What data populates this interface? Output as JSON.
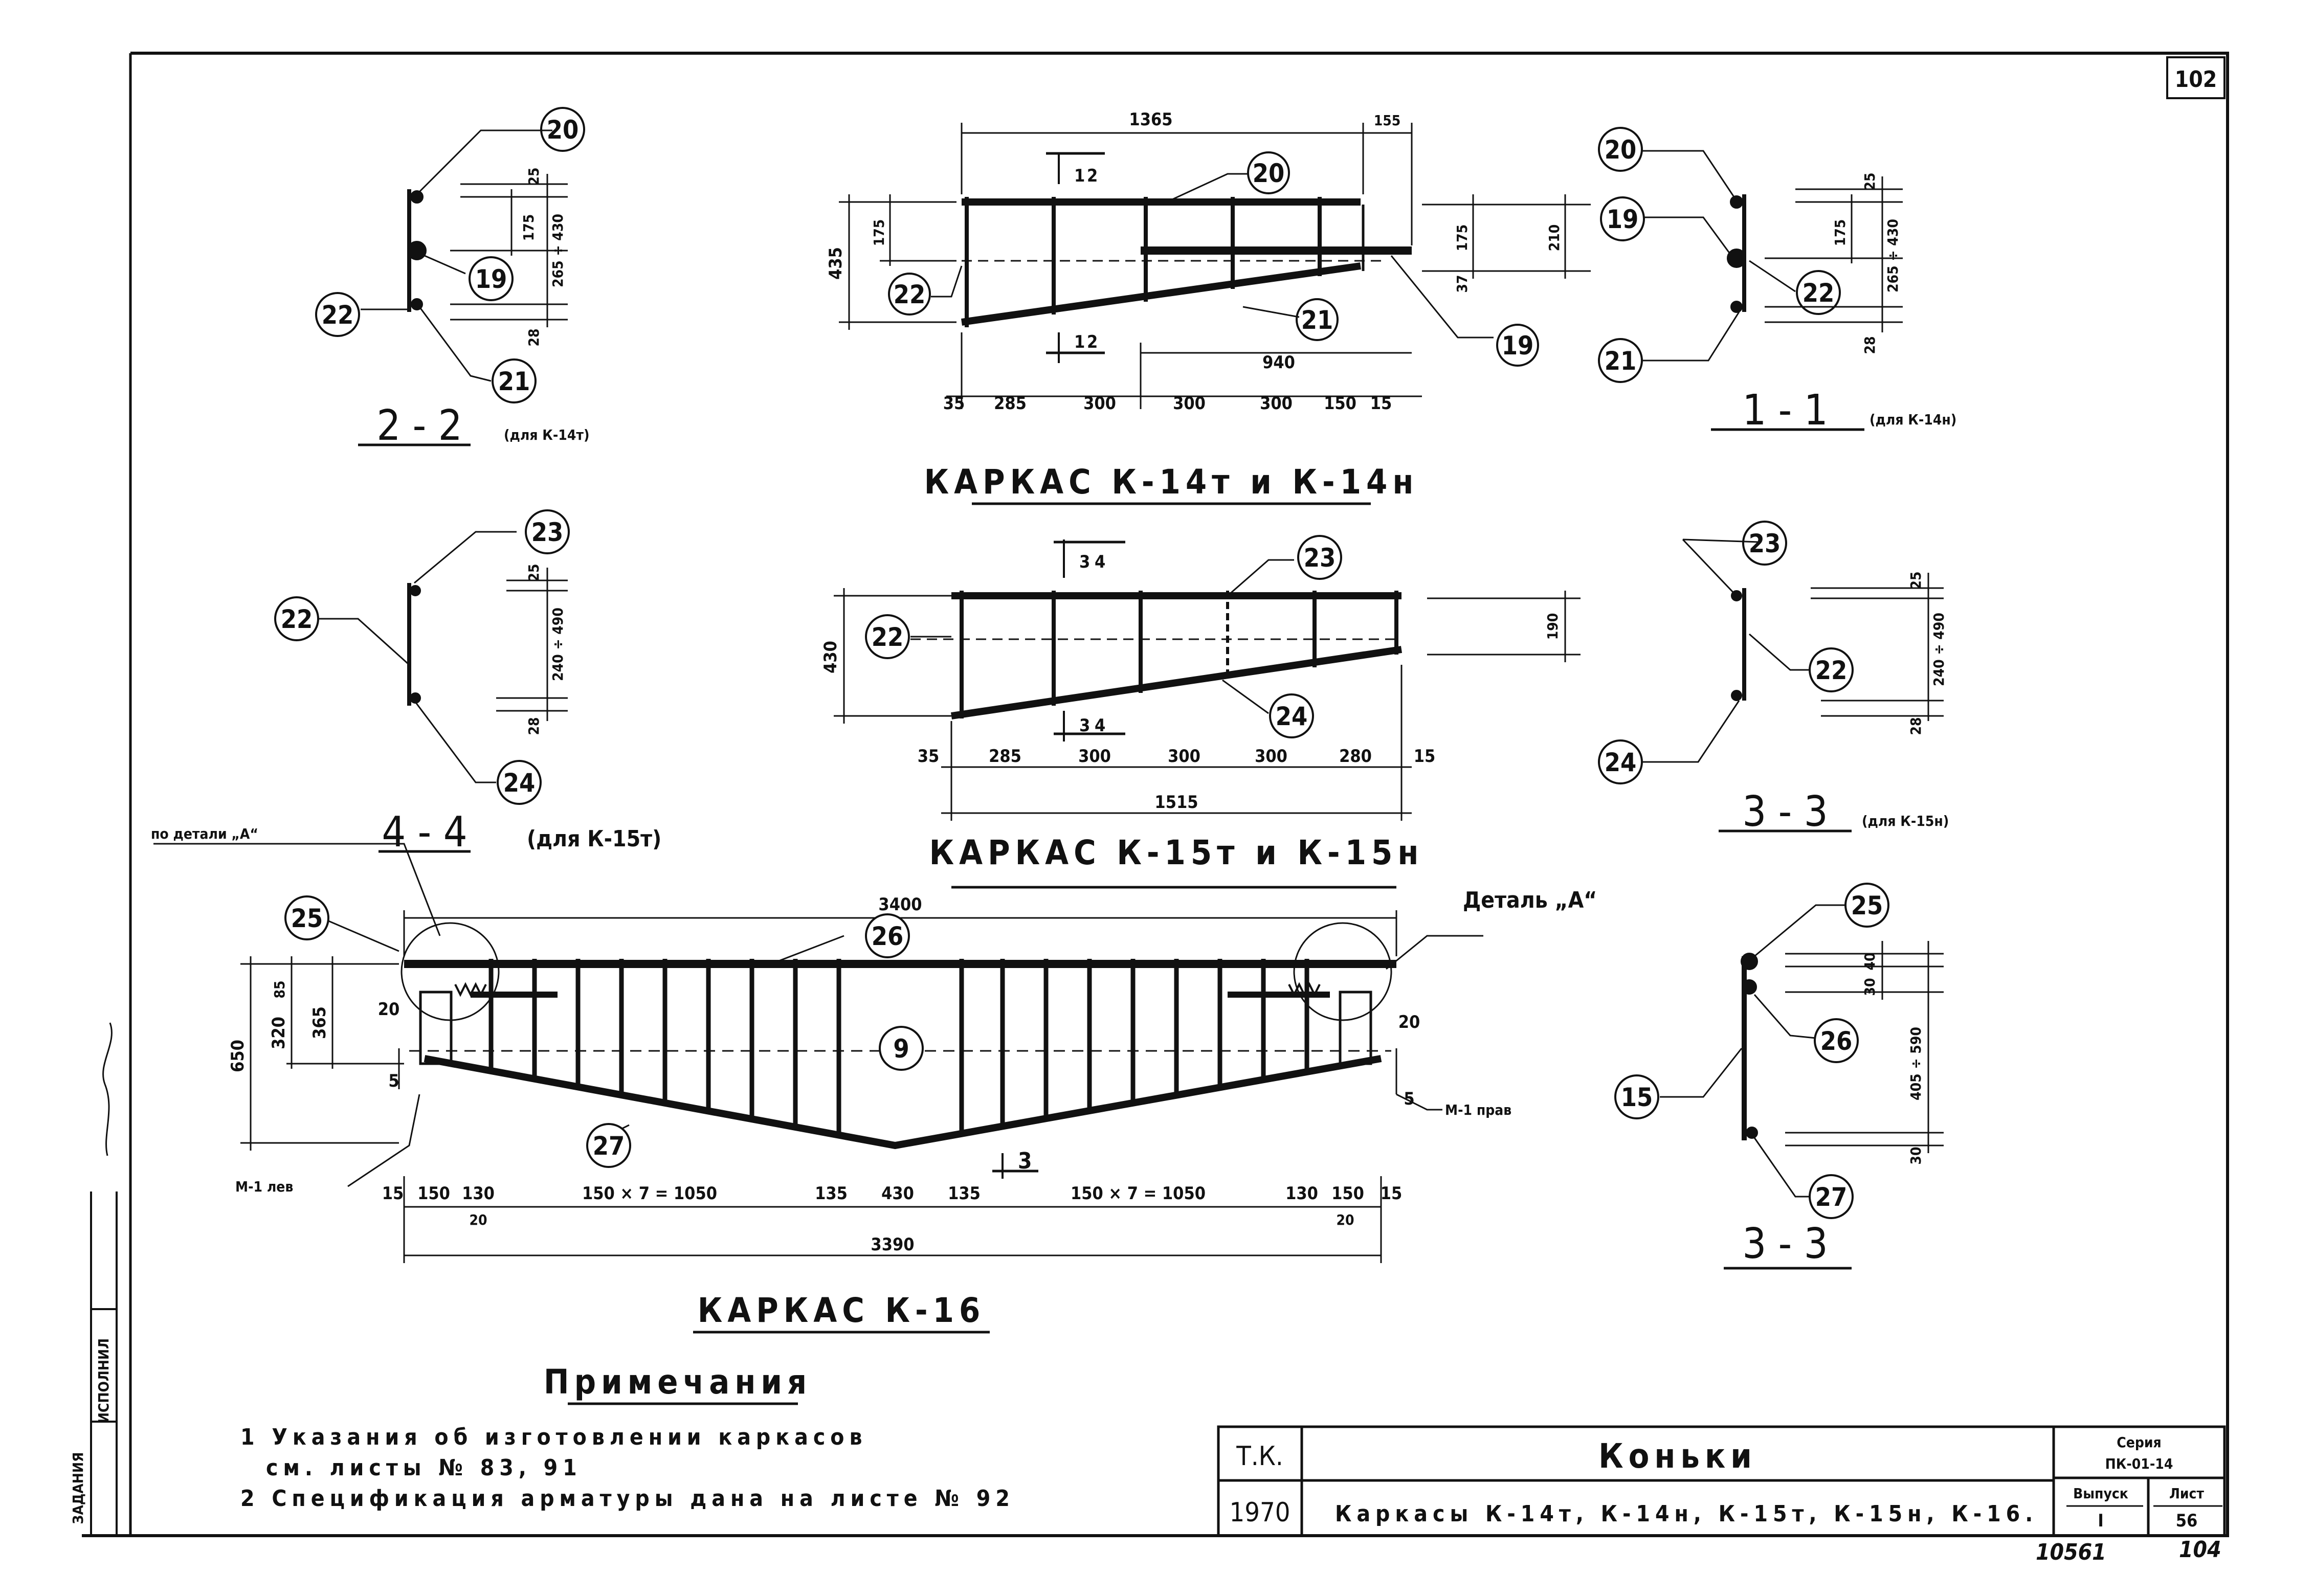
{
  "sheet": {
    "number": "102",
    "bottom_number": "10561",
    "bottom_page": "104"
  },
  "side_labels": {
    "zadanie": "ЗАДАНИЯ",
    "ispolnitel": "ИСПОЛНИЛ"
  },
  "frames": {
    "k14": {
      "title": "КАРКАС К-14т и К-14н",
      "top_dims": [
        "1365",
        "155"
      ],
      "left_dims": [
        "435",
        "175"
      ],
      "right_dims": [
        "175",
        "210",
        "37"
      ],
      "bottom_dims": [
        "35",
        "285",
        "300",
        "300",
        "300",
        "150",
        "15"
      ],
      "dim_940": "940",
      "bubbles": [
        "20",
        "22",
        "21",
        "19"
      ],
      "cut_labels": [
        "1",
        "2",
        "1",
        "2"
      ]
    },
    "k15": {
      "title": "КАРКАС К-15т и К-15н",
      "left_dim": "430",
      "right_dim": "190",
      "bottom_dims": [
        "35",
        "285",
        "300",
        "300",
        "300",
        "280",
        "15"
      ],
      "overall": "1515",
      "bubbles": [
        "23",
        "22",
        "24"
      ],
      "cut_labels": [
        "3",
        "4",
        "3",
        "4"
      ]
    },
    "k16": {
      "title": "КАРКАС К-16",
      "overall_top": "3400",
      "overall_bottom": "3390",
      "left_dims": [
        "85",
        "320",
        "365",
        "650",
        "20",
        "5"
      ],
      "right_dims": [
        "20",
        "5"
      ],
      "bottom_dims": [
        "15",
        "150",
        "130",
        "150 × 7 = 1050",
        "135",
        "430",
        "135",
        "150 × 7 = 1050",
        "130",
        "150",
        "15"
      ],
      "small_20_left": "20",
      "small_20_right": "20",
      "bubbles": [
        "25",
        "26",
        "9",
        "27"
      ],
      "cut_label": "3",
      "detail_ref": "по детали „А“",
      "detail_label": "Деталь „А“",
      "m1_left": "М-1 лев",
      "m1_right": "М-1 прав"
    }
  },
  "sections": {
    "s22": {
      "title": "2 - 2",
      "note": "(для К-14т)",
      "dims": [
        "25",
        "175",
        "265 ÷ 430",
        "28"
      ],
      "bubbles": [
        "20",
        "19",
        "22",
        "21"
      ]
    },
    "s11": {
      "title": "1 - 1",
      "note": "(для К-14н)",
      "dims": [
        "25",
        "175",
        "265 ÷ 430",
        "28"
      ],
      "bubbles": [
        "20",
        "19",
        "22",
        "21"
      ]
    },
    "s44": {
      "title": "4 - 4",
      "note": "(для К-15т)",
      "dims": [
        "25",
        "240 ÷ 490",
        "28"
      ],
      "bubbles": [
        "23",
        "22",
        "24"
      ]
    },
    "s33a": {
      "title": "3 - 3",
      "note": "(для К-15н)",
      "dims": [
        "25",
        "240 ÷ 490",
        "28"
      ],
      "bubbles": [
        "23",
        "22",
        "24"
      ]
    },
    "s33b": {
      "title": "3 - 3",
      "dims": [
        "40",
        "30",
        "405 ÷ 590",
        "30"
      ],
      "bubbles": [
        "25",
        "26",
        "15",
        "27"
      ]
    }
  },
  "notes": {
    "heading": "Примечания",
    "line1": "1 Указания об изготовлении каркасов",
    "line1b": "см. листы № 83, 91",
    "line2": "2 Спецификация арматуры дана на листе № 92"
  },
  "title_block": {
    "tk": "Т.К.",
    "year": "1970",
    "name": "Коньки",
    "description": "Каркасы К-14т, К-14н, К-15т, К-15н, К-16.",
    "seriya_label": "Серия",
    "seriya": "ПК-01-14",
    "vypusk_label": "Выпуск",
    "vypusk": "I",
    "list_label": "Лист",
    "list": "56"
  }
}
